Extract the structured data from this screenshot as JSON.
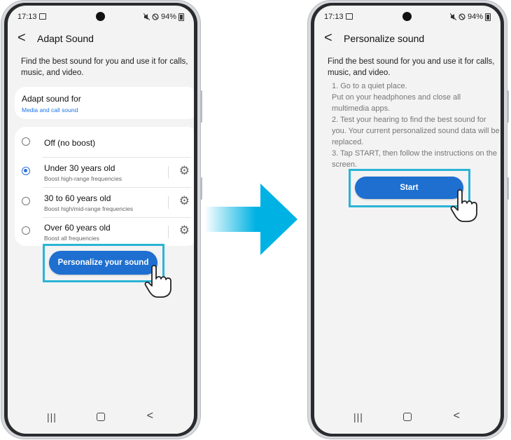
{
  "left": {
    "status": {
      "time": "17:13",
      "battery": "94%"
    },
    "header": {
      "back": "<",
      "title": "Adapt Sound"
    },
    "description": "Find the best sound for you and use it for calls, music, and video.",
    "adapt_card": {
      "label": "Adapt sound for",
      "value": "Media and call sound"
    },
    "options": [
      {
        "title": "Off (no boost)",
        "subtitle": "",
        "selected": false
      },
      {
        "title": "Under 30 years old",
        "subtitle": "Boost high-range frequencies",
        "selected": true
      },
      {
        "title": "30 to 60 years old",
        "subtitle": "Boost high/mid-range frequencies",
        "selected": false
      },
      {
        "title": "Over 60 years old",
        "subtitle": "Boost all frequencies",
        "selected": false
      }
    ],
    "button": "Personalize your sound"
  },
  "right": {
    "status": {
      "time": "17:13",
      "battery": "94%"
    },
    "header": {
      "back": "<",
      "title": "Personalize sound"
    },
    "description": "Find the best sound for you and use it for calls, music, and video.",
    "steps": [
      "1. Go to a quiet place.",
      "Put on your headphones and close all multimedia apps.",
      "2. Test your hearing to find the best sound for you. Your current personalized sound data will be replaced.",
      "3. Tap START, then follow the instructions on the screen."
    ],
    "button": "Start"
  },
  "nav": {
    "recent": "|||",
    "back": "<"
  },
  "colors": {
    "accent": "#1e6fd0",
    "highlight": "#2ab4d6",
    "arrow": "#00b2e3"
  },
  "icons": [
    "gear-icon",
    "hand-pointer-icon",
    "arrow-right-icon"
  ]
}
